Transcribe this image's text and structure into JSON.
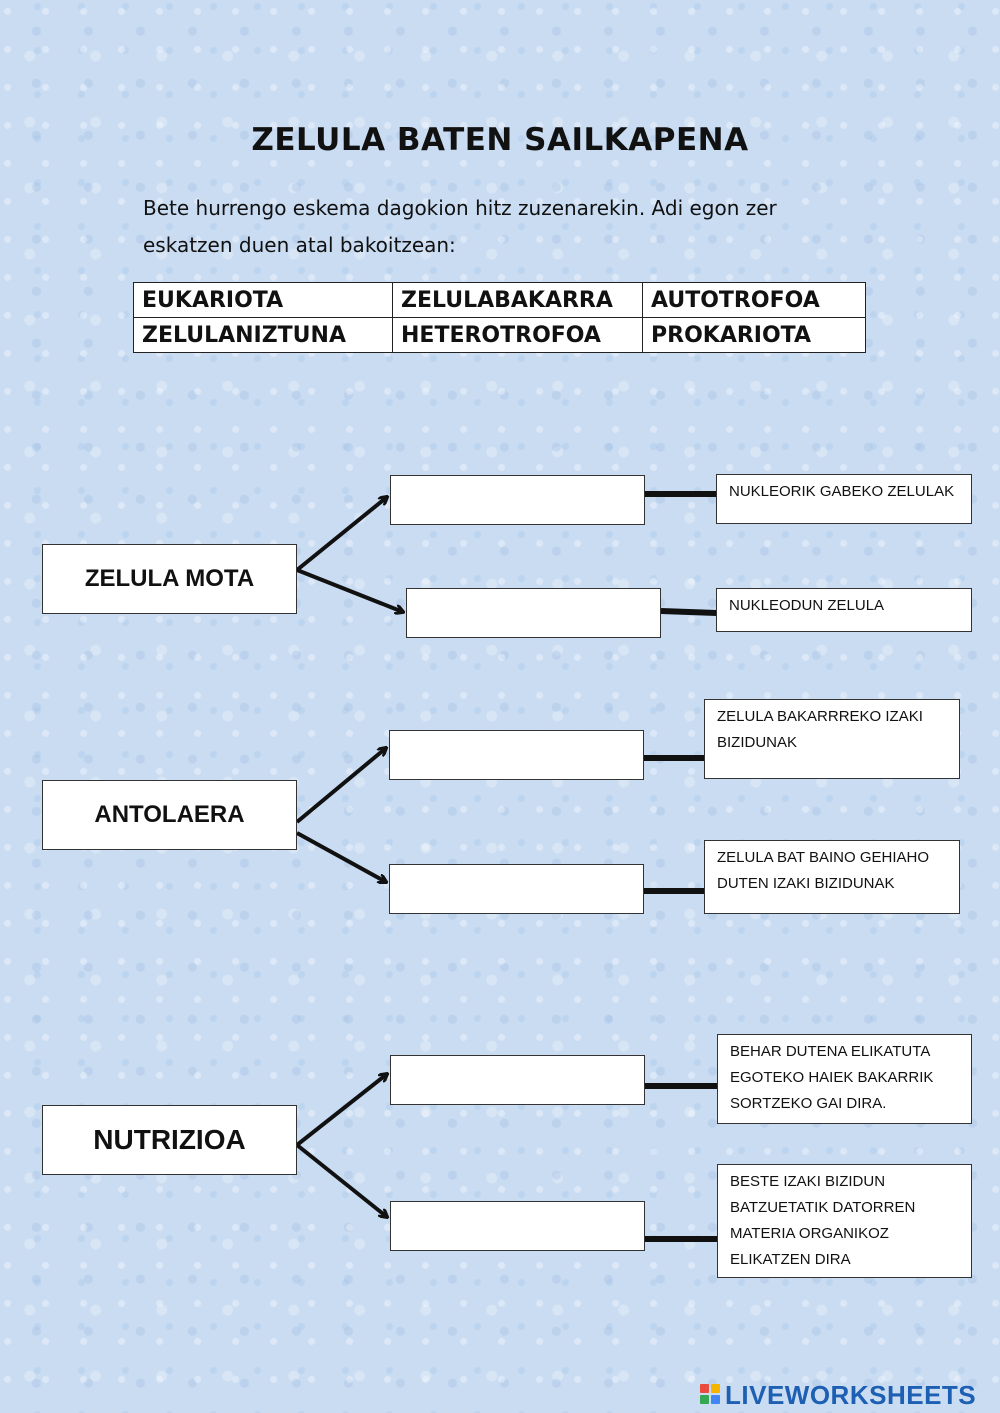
{
  "title": "ZELULA BATEN SAILKAPENA",
  "instructions": {
    "line1": "Bete hurrengo eskema dagokion hitz zuzenarekin. Adi egon zer",
    "line2": "eskatzen duen atal bakoitzean:"
  },
  "word_bank": [
    [
      "EUKARIOTA",
      "ZELULABAKARRA",
      "AUTOTROFOA"
    ],
    [
      "ZELULANIZTUNA",
      "HETEROTROFOA",
      "PROKARIOTA"
    ]
  ],
  "groups": [
    {
      "category": "ZELULA MOTA",
      "answers": [
        "",
        ""
      ],
      "descriptions": [
        "NUKLEORIK GABEKO ZELULAK",
        "NUKLEODUN ZELULA"
      ]
    },
    {
      "category": "ANTOLAERA",
      "answers": [
        "",
        ""
      ],
      "descriptions": [
        "ZELULA BAKARRREKO IZAKI BIZIDUNAK",
        "ZELULA BAT BAINO GEHIAHO DUTEN IZAKI BIZIDUNAK"
      ]
    },
    {
      "category": "NUTRIZIOA",
      "answers": [
        "",
        ""
      ],
      "descriptions": [
        "BEHAR DUTENA ELIKATUTA EGOTEKO HAIEK BAKARRIK SORTZEKO GAI DIRA.",
        "BESTE IZAKI BIZIDUN BATZUETATIK DATORREN MATERIA ORGANIKOZ ELIKATZEN DIRA"
      ]
    }
  ],
  "footer": {
    "logo_text": "LIVEWORKSHEETS",
    "logo_icon": "liveworksheets-logo-icon"
  }
}
